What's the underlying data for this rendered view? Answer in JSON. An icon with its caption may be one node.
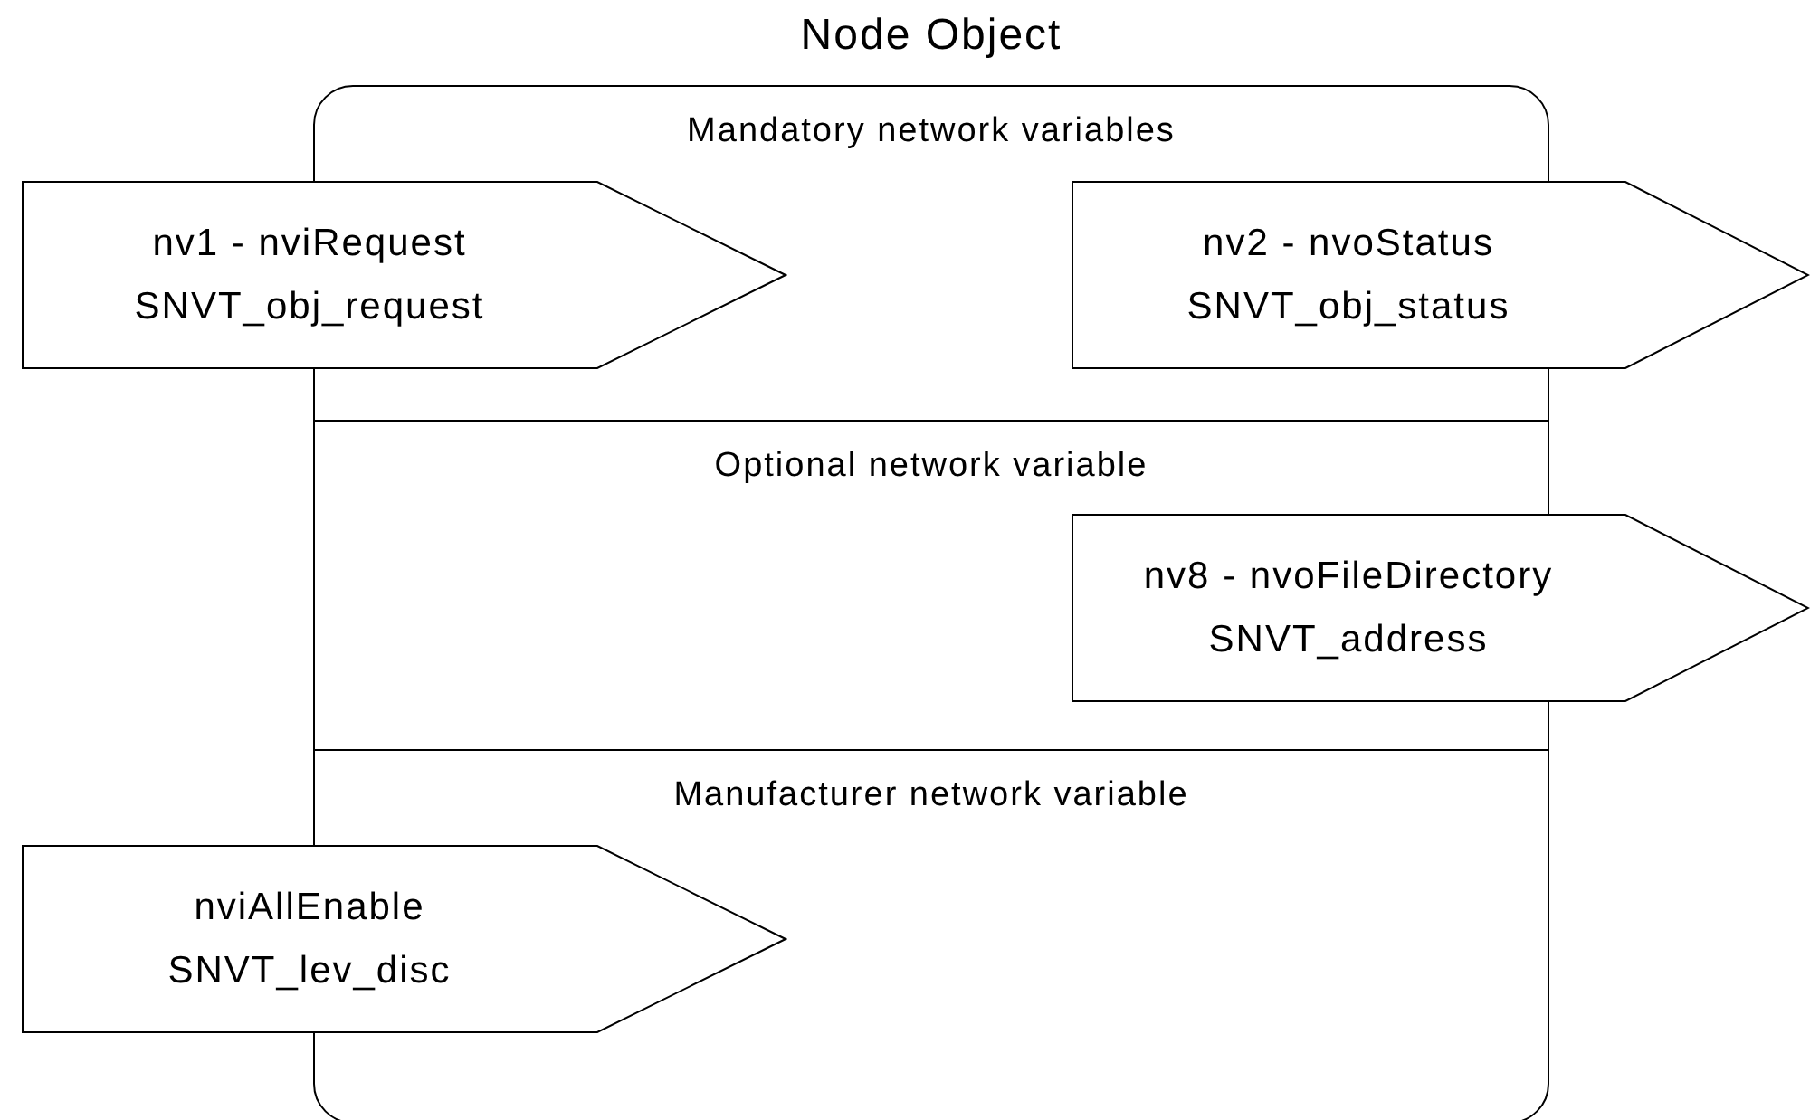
{
  "diagram": {
    "nodes": [
      {
        "text": [
          "Node Object"
        ]
      },
      {
        "text": [
          "Mandatory network variables"
        ],
        "in": 0
      },
      {
        "text": [
          "nv1 - nviRequest",
          "SNVT_obj_request"
        ]
      },
      {
        "text": [
          "nv2 - nvoStatus",
          "SNVT_obj_status"
        ]
      },
      {
        "text": [
          "Optional network variable"
        ],
        "in": 0
      },
      {
        "text": [
          "nv8 - nvoFileDirectory",
          "SNVT_address"
        ]
      },
      {
        "text": [
          "Manufacturer network variable"
        ],
        "in": 0
      },
      {
        "text": [
          "nviAllEnable",
          "SNVT_lev_disc"
        ]
      }
    ]
  }
}
